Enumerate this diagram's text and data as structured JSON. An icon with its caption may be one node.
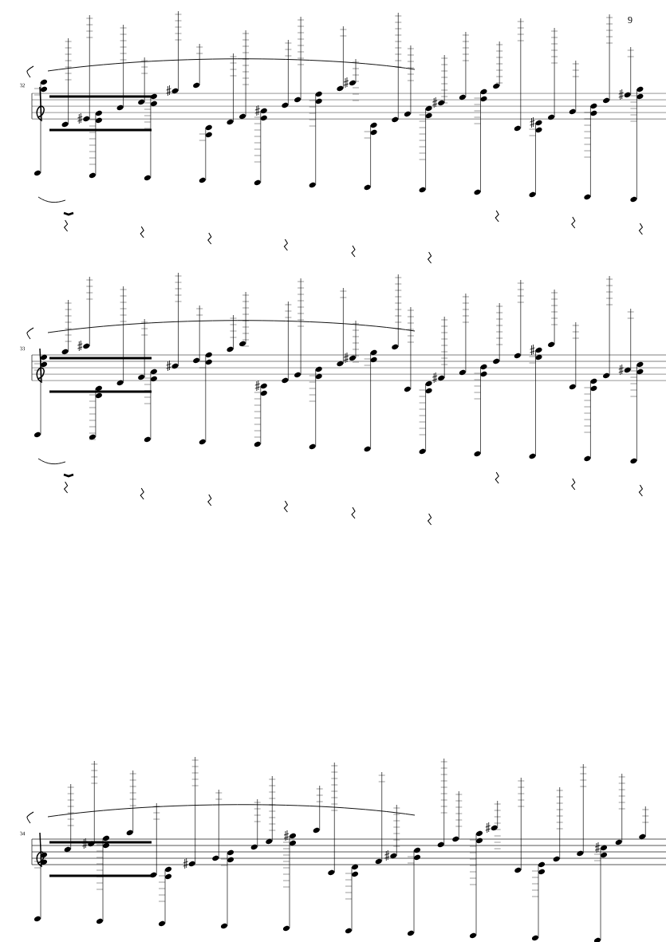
{
  "diagram": {
    "labels": [
      "9",
      "32",
      "33",
      "34"
    ]
  }
}
